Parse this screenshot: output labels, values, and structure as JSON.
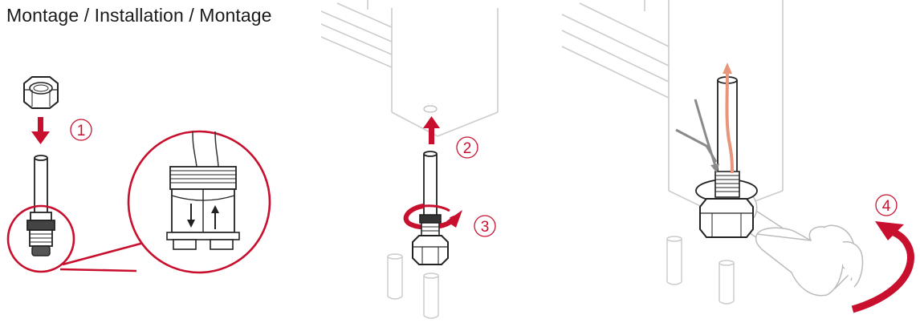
{
  "title": "Montage / Installation / Montage",
  "steps": [
    {
      "number": "1"
    },
    {
      "number": "2"
    },
    {
      "number": "3"
    },
    {
      "number": "4"
    }
  ],
  "colors": {
    "accent": "#c8102e",
    "line": "#c8c8c8",
    "dark_line": "#222222",
    "wire_copper": "#e8967a",
    "wire_grey": "#8a8a8a",
    "text": "#1a1a1a"
  },
  "icons": [
    "hex-nut-icon",
    "down-arrow-icon",
    "up-arrow-icon",
    "rotate-arrow-icon",
    "magnifier-callout-icon",
    "wrench-icon",
    "hand-icon"
  ]
}
